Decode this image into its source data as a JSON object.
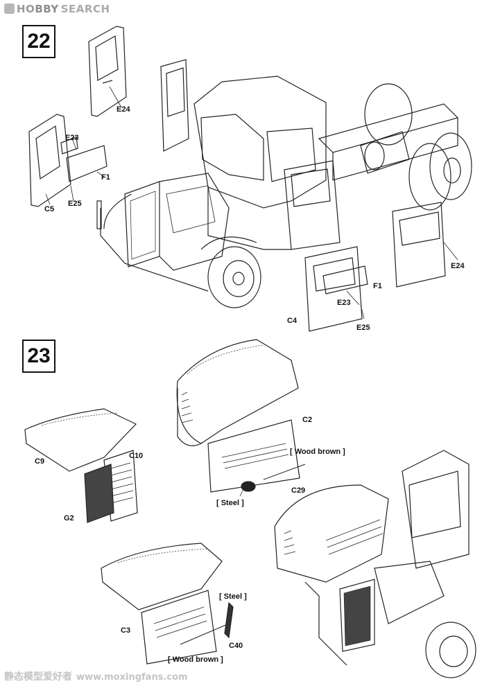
{
  "watermark_top": {
    "brand_a": "HO",
    "brand_b": "BBY",
    "brand_c": "SEARCH"
  },
  "steps": [
    {
      "number": "22"
    },
    {
      "number": "23"
    }
  ],
  "step22_labels": {
    "e24_top": "E24",
    "e23_left": "E23",
    "f1_left": "F1",
    "c5": "C5",
    "e25_left": "E25",
    "e24_right": "E24",
    "f1_right": "F1",
    "e23_right": "E23",
    "c4": "C4",
    "e25_right": "E25"
  },
  "step23_labels": {
    "c2": "C2",
    "wood_brown_1": "[ Wood brown ]",
    "c9": "C9",
    "c10": "C10",
    "c29": "C29",
    "steel_1": "[ Steel ]",
    "g2": "G2",
    "steel_2": "[ Steel ]",
    "c3": "C3",
    "c40": "C40",
    "wood_brown_2": "[ Wood brown ]"
  },
  "watermark_bottom": {
    "cn": "静态模型爱好者",
    "url": "www.moxingfans.com"
  }
}
